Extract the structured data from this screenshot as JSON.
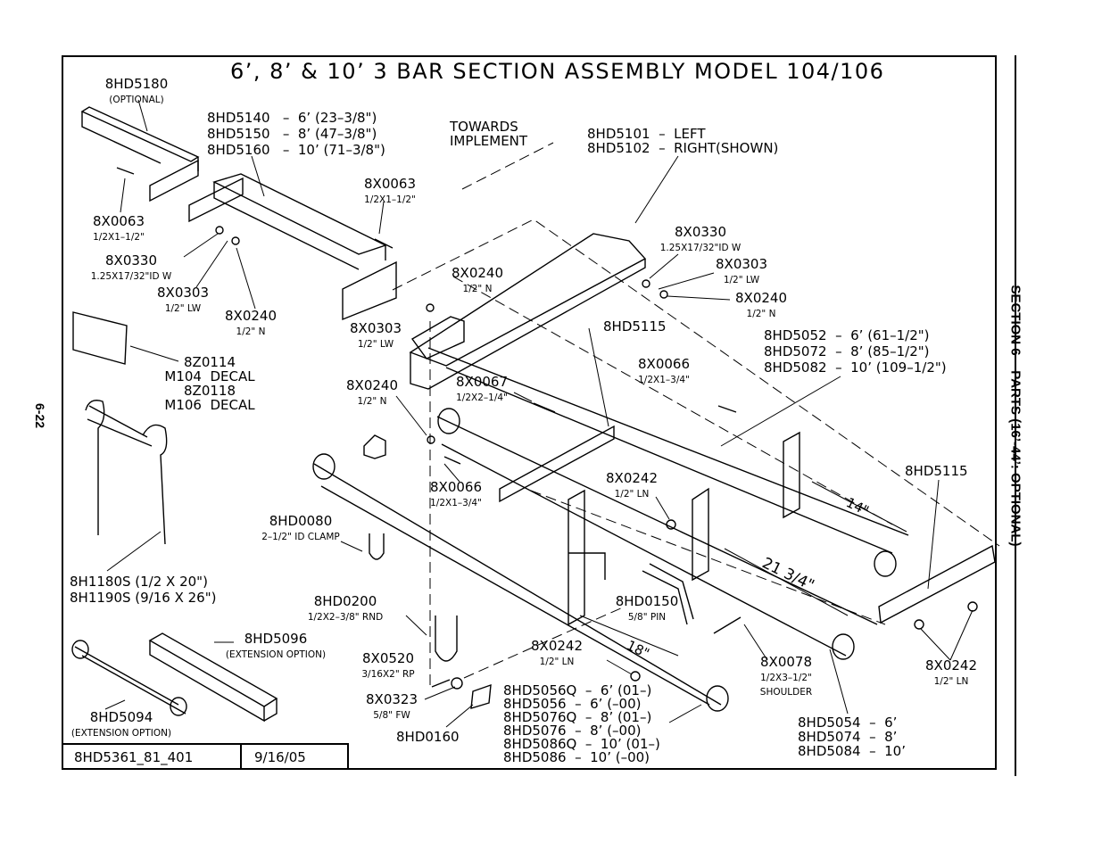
{
  "page": {
    "number": "6-22",
    "section": "SECTION 6 – PARTS (16’-44’: OPTIONAL)"
  },
  "title": "6’, 8’ & 10’ 3 BAR SECTION ASSEMBLY MODEL 104/106",
  "footer": {
    "drawing_no": "8HD5361_81_401",
    "date": "9/16/05"
  },
  "labels": {
    "hd5180": "8HD5180",
    "hd5180_sub": "(OPTIONAL)",
    "hd5140": "8HD5140   –  6’ (23–3/8\")",
    "hd5150": "8HD5150   –  8’ (47–3/8\")",
    "hd5160": "8HD5160   –  10’ (71–3/8\")",
    "towards": "TOWARDS\nIMPLEMENT",
    "hd5101": "8HD5101  –  LEFT",
    "hd5102": "8HD5102  –  RIGHT(SHOWN)",
    "x0063a": "8X0063",
    "x0063a_sub": "1/2X1–1/2\"",
    "x0063b": "8X0063",
    "x0063b_sub": "1/2X1–1/2\"",
    "x0330a": "8X0330",
    "x0330a_sub": "1.25X17/32\"ID W",
    "x0330b": "8X0330",
    "x0330b_sub": "1.25X17/32\"ID W",
    "x0303a": "8X0303",
    "x0303a_sub": "1/2\" LW",
    "x0303b": "8X0303",
    "x0303b_sub": "1/2\" LW",
    "x0303c": "8X0303",
    "x0303c_sub": "1/2\" LW",
    "x0240a": "8X0240",
    "x0240a_sub": "1/2\" N",
    "x0240b": "8X0240",
    "x0240b_sub": "1/2\" N",
    "x0240c": "8X0240",
    "x0240c_sub": "1/2\" N",
    "x0240d": "8X0240",
    "x0240d_sub": "1/2\" N",
    "hd5115a": "8HD5115",
    "hd5115b": "8HD5115",
    "hd5052": "8HD5052  –  6’ (61–1/2\")",
    "hd5072": "8HD5072  –  8’ (85–1/2\")",
    "hd5082": "8HD5082  –  10’ (109–1/2\")",
    "z0114": "8Z0114",
    "m104": "M104  DECAL",
    "z0118": "8Z0118",
    "m106": "M106  DECAL",
    "x0066a": "8X0066",
    "x0066a_sub": "1/2X1–3/4\"",
    "x0066b": "8X0066",
    "x0066b_sub": "1/2X1–3/4\"",
    "x0067": "8X0067",
    "x0067_sub": "1/2X2–1/4\"",
    "x0242a": "8X0242",
    "x0242a_sub": "1/2\" LN",
    "x0242b": "8X0242",
    "x0242b_sub": "1/2\" LN",
    "x0242c": "8X0242",
    "x0242c_sub": "1/2\" LN",
    "hd0080": "8HD0080",
    "hd0080_sub": "2–1/2\" ID CLAMP",
    "h1180": "8H1180S (1/2 X 20\")",
    "h1190": "8H1190S (9/16 X 26\")",
    "hd0200": "8HD0200",
    "hd0200_sub": "1/2X2–3/8\" RND",
    "hd0150": "8HD0150",
    "hd0150_sub": "5/8\" PIN",
    "hd5096": "8HD5096",
    "hd5096_sub": "(EXTENSION OPTION)",
    "hd5094": "8HD5094",
    "hd5094_sub": "(EXTENSION OPTION)",
    "x0520": "8X0520",
    "x0520_sub": "3/16X2\" RP",
    "x0323": "8X0323",
    "x0323_sub": "5/8\" FW",
    "hd0160": "8HD0160",
    "x0078": "8X0078",
    "x0078_sub": "1/2X3–1/2\"",
    "x0078_sub2": "SHOULDER",
    "dim14": "14\"",
    "dim2134": "21 3/4\"",
    "dim18": "18\"",
    "hd5056q": "8HD5056Q  –  6’ (01–)",
    "hd5056": "8HD5056  –  6’ (–00)",
    "hd5076q": "8HD5076Q  –  8’ (01–)",
    "hd5076": "8HD5076  –  8’ (–00)",
    "hd5086q": "8HD5086Q  –  10’ (01–)",
    "hd5086": "8HD5086  –  10’ (–00)",
    "hd5054": "8HD5054  –  6’",
    "hd5074": "8HD5074  –  8’",
    "hd5084": "8HD5084  –  10’"
  }
}
